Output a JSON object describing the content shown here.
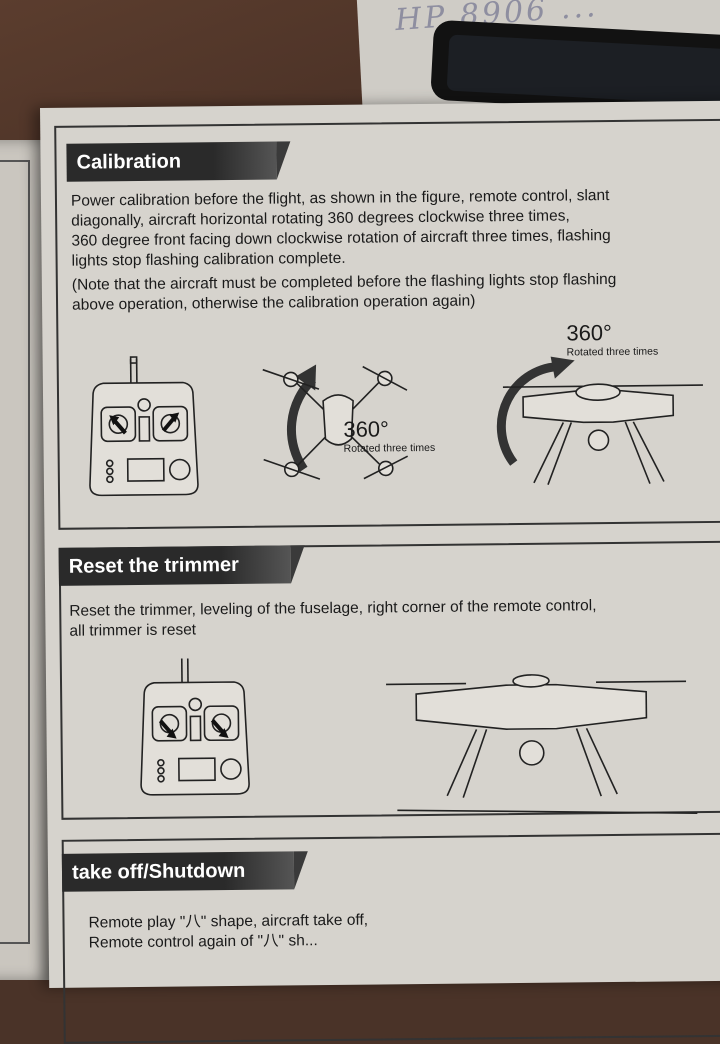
{
  "handwritten_note": "HP 8906 ...",
  "sections": {
    "calibration": {
      "title": "Calibration",
      "lines": [
        "Power calibration before the flight, as shown in the figure, remote control, slant",
        "diagonally, aircraft horizontal rotating 360 degrees clockwise three times,",
        "360 degree front facing down clockwise rotation of aircraft three times, flashing",
        "lights stop flashing calibration complete.",
        "(Note that the aircraft must be completed before the flashing lights stop flashing",
        "above operation, otherwise the calibration operation again)"
      ],
      "figure_top_view": {
        "value": "360°",
        "caption": "Rotated three times"
      },
      "figure_front_view": {
        "value": "360°",
        "caption": "Rotated three times"
      }
    },
    "reset": {
      "title": "Reset the trimmer",
      "lines": [
        "Reset the trimmer, leveling of the fuselage, right corner of the remote control,",
        "all trimmer is reset"
      ]
    },
    "takeoff": {
      "title": "take off/Shutdown",
      "lines": [
        "Remote play \"八\" shape, aircraft take off,",
        "Remote control again of \"八\" sh..."
      ]
    }
  },
  "icons": [
    "remote-controller-icon",
    "drone-top-view-icon",
    "drone-front-view-icon",
    "rotation-arrow-icon"
  ],
  "colors": {
    "page": "#d6d3cd",
    "heading": "#2a2a2a",
    "text": "#1a1a1a"
  }
}
